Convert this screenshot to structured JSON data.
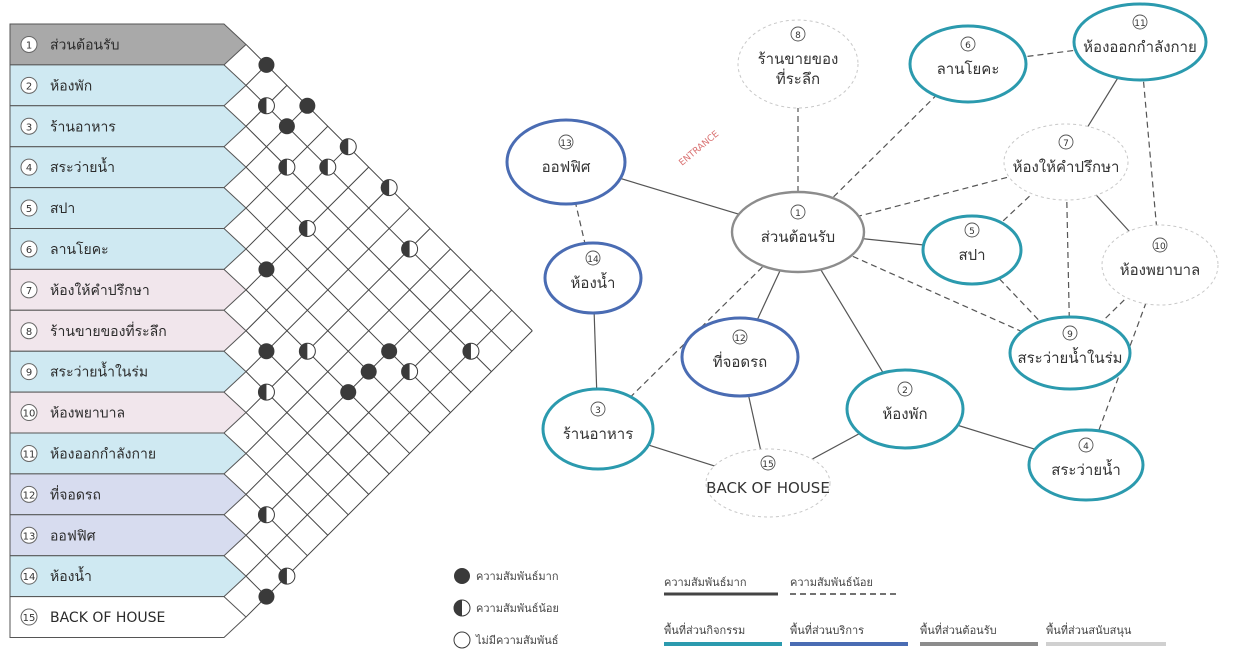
{
  "matrix": {
    "rows": [
      {
        "num": "1",
        "label": "ส่วนต้อนรับ",
        "fill": "#a9a9a9"
      },
      {
        "num": "2",
        "label": "ห้องพัก",
        "fill": "#cfe9f2"
      },
      {
        "num": "3",
        "label": "ร้านอาหาร",
        "fill": "#cfe9f2"
      },
      {
        "num": "4",
        "label": "สระว่ายน้ำ",
        "fill": "#cfe9f2"
      },
      {
        "num": "5",
        "label": "สปา",
        "fill": "#cfe9f2"
      },
      {
        "num": "6",
        "label": "ลานโยคะ",
        "fill": "#cfe9f2"
      },
      {
        "num": "7",
        "label": "ห้องให้คำปรึกษา",
        "fill": "#f1e6ec"
      },
      {
        "num": "8",
        "label": "ร้านขายของที่ระลึก",
        "fill": "#f1e6ec"
      },
      {
        "num": "9",
        "label": "สระว่ายน้ำในร่ม",
        "fill": "#cfe9f2"
      },
      {
        "num": "10",
        "label": "ห้องพยาบาล",
        "fill": "#f1e6ec"
      },
      {
        "num": "11",
        "label": "ห้องออกกำลังกาย",
        "fill": "#cfe9f2"
      },
      {
        "num": "12",
        "label": "ที่จอดรถ",
        "fill": "#d7dcef"
      },
      {
        "num": "13",
        "label": "ออฟฟิศ",
        "fill": "#d7dcef"
      },
      {
        "num": "14",
        "label": "ห้องน้ำ",
        "fill": "#cfe9f2"
      },
      {
        "num": "15",
        "label": "BACK OF HOUSE",
        "fill": "#ffffff"
      }
    ],
    "cells": [
      {
        "a": 1,
        "b": 2,
        "rel": "strong"
      },
      {
        "a": 2,
        "b": 3,
        "rel": "weak"
      },
      {
        "a": 2,
        "b": 4,
        "rel": "strong"
      },
      {
        "a": 1,
        "b": 4,
        "rel": "strong"
      },
      {
        "a": 3,
        "b": 5,
        "rel": "weak"
      },
      {
        "a": 2,
        "b": 6,
        "rel": "weak"
      },
      {
        "a": 4,
        "b": 7,
        "rel": "weak"
      },
      {
        "a": 1,
        "b": 6,
        "rel": "weak"
      },
      {
        "a": 1,
        "b": 8,
        "rel": "weak"
      },
      {
        "a": 2,
        "b": 10,
        "rel": "weak"
      },
      {
        "a": 6,
        "b": 7,
        "rel": "strong"
      },
      {
        "a": 8,
        "b": 9,
        "rel": "strong"
      },
      {
        "a": 7,
        "b": 10,
        "rel": "weak"
      },
      {
        "a": 5,
        "b": 12,
        "rel": "strong"
      },
      {
        "a": 5,
        "b": 13,
        "rel": "weak"
      },
      {
        "a": 6,
        "b": 12,
        "rel": "strong"
      },
      {
        "a": 7,
        "b": 12,
        "rel": "strong"
      },
      {
        "a": 3,
        "b": 14,
        "rel": "weak"
      },
      {
        "a": 9,
        "b": 10,
        "rel": "weak"
      },
      {
        "a": 12,
        "b": 13,
        "rel": "weak"
      },
      {
        "a": 13,
        "b": 15,
        "rel": "weak"
      },
      {
        "a": 14,
        "b": 15,
        "rel": "strong"
      }
    ]
  },
  "nodes": [
    {
      "id": "1",
      "num": "1",
      "lines": [
        "ส่วนต้อนรับ"
      ],
      "type": "reception",
      "stroke": "#8c8c8c"
    },
    {
      "id": "2",
      "num": "2",
      "lines": [
        "ห้องพัก"
      ],
      "type": "activity",
      "stroke": "#2b9aae"
    },
    {
      "id": "3",
      "num": "3",
      "lines": [
        "ร้านอาหาร"
      ],
      "type": "activity",
      "stroke": "#2b9aae"
    },
    {
      "id": "4",
      "num": "4",
      "lines": [
        "สระว่ายน้ำ"
      ],
      "type": "activity",
      "stroke": "#2b9aae"
    },
    {
      "id": "5",
      "num": "5",
      "lines": [
        "สปา"
      ],
      "type": "activity",
      "stroke": "#2b9aae"
    },
    {
      "id": "6",
      "num": "6",
      "lines": [
        "ลานโยคะ"
      ],
      "type": "activity",
      "stroke": "#2b9aae"
    },
    {
      "id": "7",
      "num": "7",
      "lines": [
        "ห้องให้คำปรึกษา"
      ],
      "type": "support",
      "stroke": "#c8c8c8"
    },
    {
      "id": "8",
      "num": "8",
      "lines": [
        "ร้านขายของ",
        "ที่ระลึก"
      ],
      "type": "support",
      "stroke": "#c8c8c8"
    },
    {
      "id": "9",
      "num": "9",
      "lines": [
        "สระว่ายน้ำในร่ม"
      ],
      "type": "activity",
      "stroke": "#2b9aae"
    },
    {
      "id": "10",
      "num": "10",
      "lines": [
        "ห้องพยาบาล"
      ],
      "type": "support",
      "stroke": "#c8c8c8"
    },
    {
      "id": "11",
      "num": "11",
      "lines": [
        "ห้องออกกำลังกาย"
      ],
      "type": "activity",
      "stroke": "#2b9aae"
    },
    {
      "id": "12",
      "num": "12",
      "lines": [
        "ที่จอดรถ"
      ],
      "type": "service",
      "stroke": "#4a6cb3"
    },
    {
      "id": "13",
      "num": "13",
      "lines": [
        "ออฟฟิศ"
      ],
      "type": "service",
      "stroke": "#4a6cb3"
    },
    {
      "id": "14",
      "num": "14",
      "lines": [
        "ห้องน้ำ"
      ],
      "type": "service",
      "stroke": "#4a6cb3"
    },
    {
      "id": "15",
      "num": "15",
      "lines": [
        "BACK OF HOUSE"
      ],
      "type": "support",
      "stroke": "#c8c8c8"
    }
  ],
  "edges": [
    {
      "a": "1",
      "b": "2",
      "style": "solid"
    },
    {
      "a": "1",
      "b": "5",
      "style": "solid"
    },
    {
      "a": "1",
      "b": "7",
      "style": "dashed"
    },
    {
      "a": "1",
      "b": "13",
      "style": "solid"
    },
    {
      "a": "1",
      "b": "12",
      "style": "solid"
    },
    {
      "a": "1",
      "b": "8",
      "style": "dashed"
    },
    {
      "a": "1",
      "b": "6",
      "style": "dashed"
    },
    {
      "a": "1",
      "b": "3",
      "style": "dashed"
    },
    {
      "a": "1",
      "b": "9",
      "style": "dashed"
    },
    {
      "a": "6",
      "b": "11",
      "style": "dashed"
    },
    {
      "a": "11",
      "b": "7",
      "style": "solid"
    },
    {
      "a": "11",
      "b": "10",
      "style": "dashed"
    },
    {
      "a": "7",
      "b": "10",
      "style": "solid"
    },
    {
      "a": "7",
      "b": "5",
      "style": "dashed"
    },
    {
      "a": "7",
      "b": "9",
      "style": "dashed"
    },
    {
      "a": "5",
      "b": "9",
      "style": "dashed"
    },
    {
      "a": "10",
      "b": "9",
      "style": "dashed"
    },
    {
      "a": "10",
      "b": "4",
      "style": "dashed"
    },
    {
      "a": "13",
      "b": "14",
      "style": "dashed"
    },
    {
      "a": "14",
      "b": "3",
      "style": "solid"
    },
    {
      "a": "12",
      "b": "15",
      "style": "solid"
    },
    {
      "a": "3",
      "b": "15",
      "style": "solid"
    },
    {
      "a": "2",
      "b": "15",
      "style": "solid"
    },
    {
      "a": "2",
      "b": "4",
      "style": "solid"
    }
  ],
  "entrance_label": "ENTRANCE",
  "legend": {
    "strong": "ความสัมพันธ์มาก",
    "weak": "ความสัมพันธ์น้อย",
    "none": "ไม่มีความสัมพันธ์",
    "line_strong": "ความสัมพันธ์มาก",
    "line_weak": "ความสัมพันธ์น้อย",
    "zones": [
      {
        "label": "พื้นที่ส่วนกิจกรรม",
        "color": "#2b9aae"
      },
      {
        "label": "พื้นที่ส่วนบริการ",
        "color": "#4a6cb3"
      },
      {
        "label": "พื้นที่ส่วนต้อนรับ",
        "color": "#8c8c8c"
      },
      {
        "label": "พื้นที่ส่วนสนับสนุน",
        "color": "#d0d0d0"
      }
    ]
  }
}
